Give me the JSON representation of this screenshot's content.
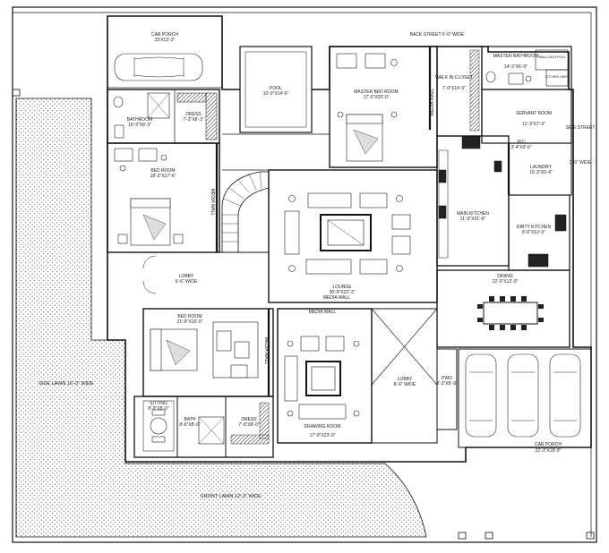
{
  "streets": {
    "back_street": "BACK STREET 5'-0\" WIDE",
    "side_street_name": "SIDE STREET",
    "side_street_width": "3'-6\" WIDE"
  },
  "rooms": {
    "car_porch_top": {
      "name": "CAR PORCH",
      "dim": "23'X13'-3\""
    },
    "pool": {
      "name": "POOL",
      "dim": "10'-0\"X14'-6\""
    },
    "master_bed": {
      "name": "MASTER BED ROOM",
      "dim": "17'-0\"X20'-0\""
    },
    "master_bath": {
      "name": "MASTER BATHROOM",
      "dim": "14'-3\"X6'-0\""
    },
    "small_bath": {
      "name": "SMALL BATH POOL"
    },
    "kitchen_linen": {
      "name": "KITCHEN LINEN"
    },
    "walk_in_closet": {
      "name": "WALK IN CLOSET",
      "dim": "7'-0\"X14'-0\""
    },
    "bathroom": {
      "name": "BATHROOM",
      "dim": "10'-3\"X8'-3\""
    },
    "dress_top": {
      "name": "DRESS",
      "dim": "7'-3\"X8'-3\""
    },
    "bed_room_top": {
      "name": "BED ROOM",
      "dim": "18'-3\"X17'-6\""
    },
    "servant": {
      "name": "SERVANT ROOM",
      "dim": "11'-3\"X7'-3\""
    },
    "wc": {
      "name": "W.C",
      "dim": "3'-4\"X3'-6\""
    },
    "laundry": {
      "name": "LAUNDRY",
      "dim": "10'-3\"X5'-6\""
    },
    "main_kitchen": {
      "name": "MAIN KITCHEN",
      "dim": "11'-9\"X21'-6\""
    },
    "dirty_kitchen": {
      "name": "DIRTY KITCHEN",
      "dim": "8'-6\"X12'-0\""
    },
    "lobby_left": {
      "name": "LOBBY",
      "dim": "6'-6\" WIDE"
    },
    "lounge": {
      "name": "LOUNGE",
      "dim": "30'-9\"X22'-3\""
    },
    "dining": {
      "name": "DINING",
      "dim": "22'-0\"X12'-9\""
    },
    "bed_room_bottom": {
      "name": "BED ROOM",
      "dim": "21'-9\"X16'-0\""
    },
    "drawing": {
      "name": "DRAWING ROOM",
      "dim": "17'-0\"X23'-0\""
    },
    "lobby_center": {
      "name": "LOBBY",
      "dim": "8'-6\" WIDE"
    },
    "pwd": {
      "name": "PWD",
      "dim": "3'-3\"X8'-9\""
    },
    "sitting": {
      "name": "SITTING",
      "dim": "8'-9\"X8'-0\""
    },
    "bath_bottom": {
      "name": "BATH",
      "dim": "8'-6\"X8'-0\""
    },
    "dress_bottom": {
      "name": "DRESS",
      "dim": "7'-0\"X8'-0\""
    },
    "car_porch_bottom": {
      "name": "CAR PORCH",
      "dim": "22'-3\"X18'-9\""
    }
  },
  "walls": {
    "media_wall": "MEDIA WALL"
  },
  "lawns": {
    "side_lawn": "SIDE LAWN 16'-3\" WIDE",
    "front_lawn": "FRONT LAWN 12'-3\" WIDE"
  }
}
